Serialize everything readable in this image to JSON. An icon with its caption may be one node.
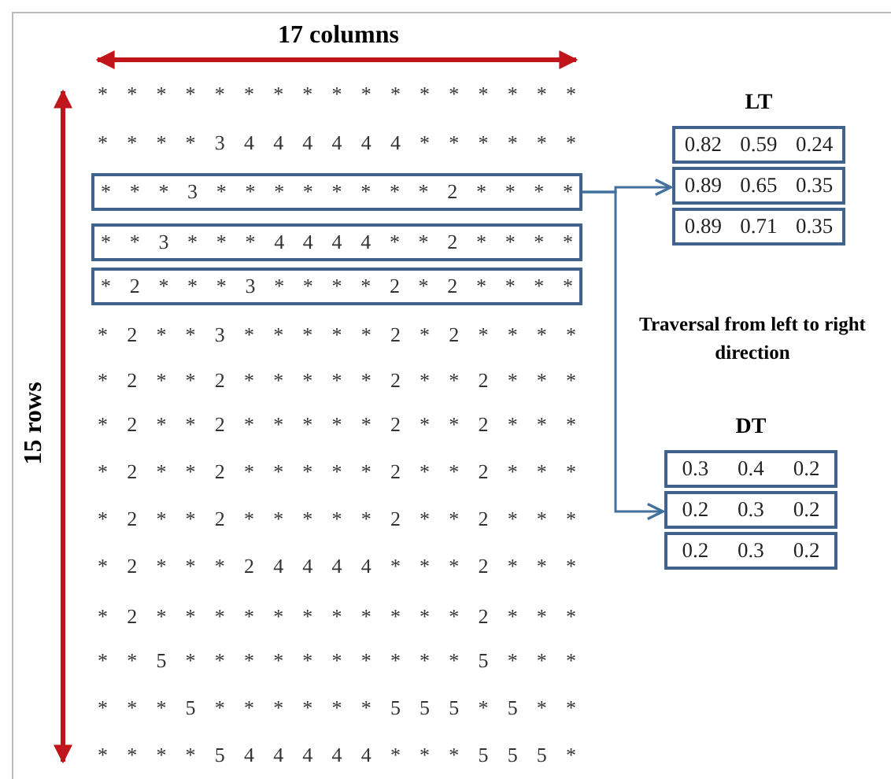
{
  "diagram": {
    "nodes": [
      {
        "text": [
          "* * * 3 * * * * * * * * 2 * * * *"
        ]
      },
      {
        "text": [
          "* * 3 * * * 4 4 4 4 * * 2 * * * *"
        ]
      },
      {
        "text": [
          "* 2 * * * 3 * * * * 2 * 2 * * * *"
        ]
      },
      {
        "text": [
          "LT",
          "0.82",
          "0.59",
          "0.24",
          "0.89",
          "0.65",
          "0.35",
          "0.89",
          "0.71",
          "0.35"
        ]
      },
      {
        "text": [
          "DT",
          "0.3",
          "0.4",
          "0.2",
          "0.2",
          "0.3",
          "0.2",
          "0.2",
          "0.3",
          "0.2"
        ]
      }
    ],
    "edges": [
      {
        "from": 0,
        "to": 3,
        "arrow": "to"
      },
      {
        "from": 0,
        "to": 4,
        "arrow": "to"
      }
    ],
    "labels": [
      "17 columns",
      "15 rows",
      "* * * * * * * * * * * * * * * * *",
      "* * * * 3 4 4 4 4 4 4 * * * * * *",
      "* 2 * * 3 * * * * * 2 * 2 * * * *",
      "* 2 * * 2 * * * * * 2 * * 2 * * *",
      "* 2 * * 2 * * * * * 2 * * 2 * * *",
      "* 2 * * 2 * * * * * 2 * * 2 * * *",
      "* 2 * * 2 * * * * * 2 * * 2 * * *",
      "* 2 * * * 2 4 4 4 4 * * * 2 * * *",
      "* 2 * * * * * * * * * * * 2 * * *",
      "* * 5 * * * * * * * * * * 5 * * *",
      "* * * 5 * * * * * * 5 5 5 * 5 * *",
      "* * * * 5 4 4 4 4 4 * * * 5 5 5 *",
      "Traversal from left to right direction"
    ]
  }
}
